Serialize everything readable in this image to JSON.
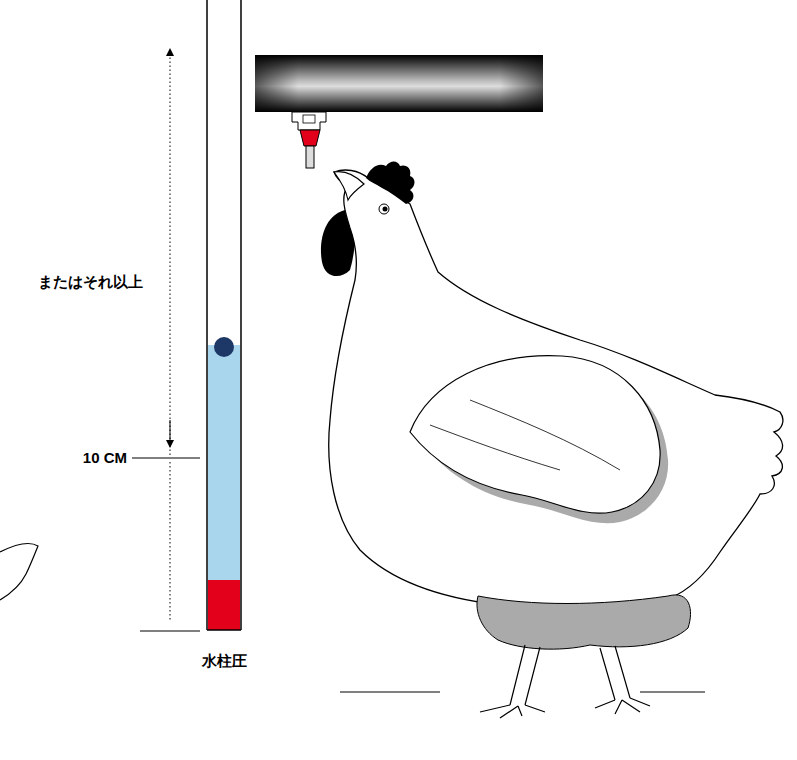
{
  "diagram": {
    "labels": [
      "またはそれ以上",
      "10 CM",
      "水柱圧"
    ]
  }
}
